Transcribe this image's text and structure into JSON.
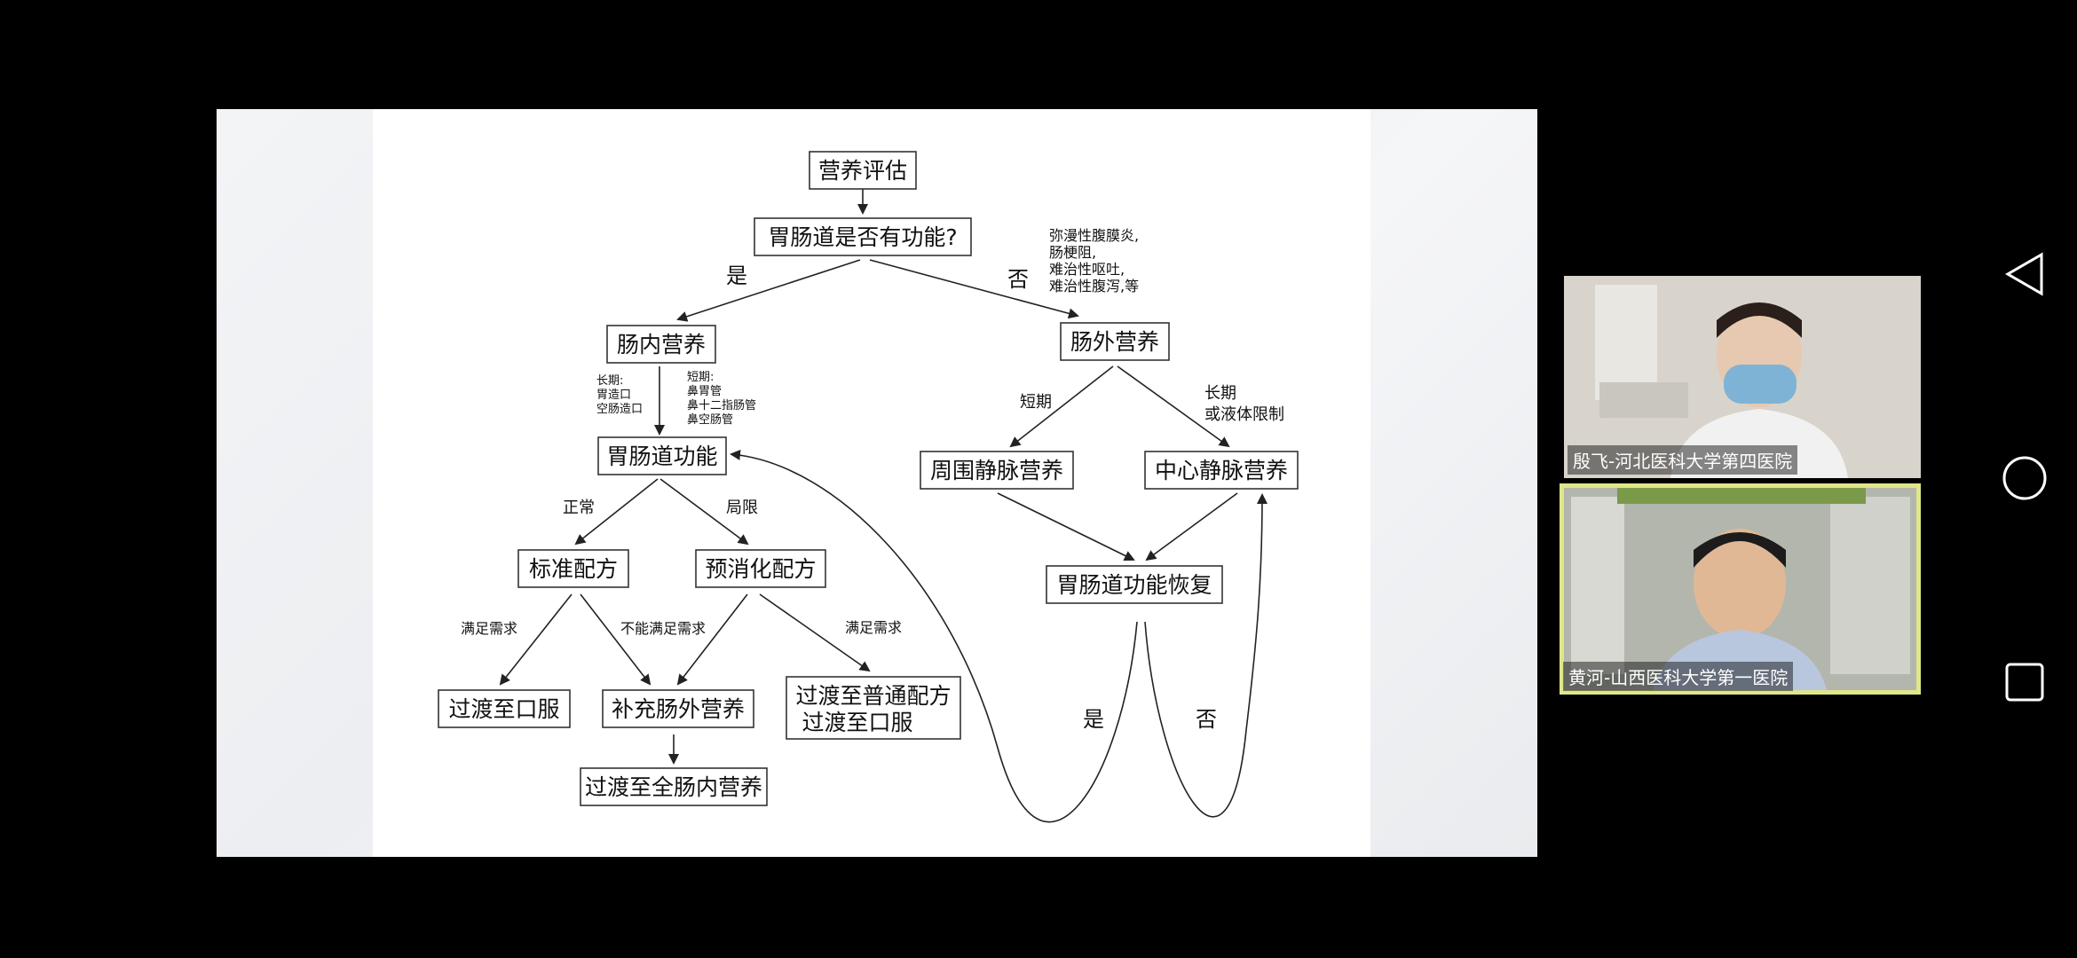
{
  "flowchart": {
    "nodes": {
      "assess": "营养评估",
      "gi_function_q": "胃肠道是否有功能?",
      "enteral": "肠内营养",
      "parenteral": "肠外营养",
      "gi_function": "胃肠道功能",
      "peripheral": "周围静脉营养",
      "central": "中心静脉营养",
      "standard": "标准配方",
      "predigested": "预消化配方",
      "gi_recovery": "胃肠道功能恢复",
      "to_oral": "过渡至口服",
      "supplement_pn": "补充肠外营养",
      "to_normal_line1": "过渡至普通配方",
      "to_normal_line2": "过渡至口服",
      "to_full_en": "过渡至全肠内营养"
    },
    "labels": {
      "yes": "是",
      "no": "否",
      "contra": [
        "弥漫性腹膜炎,",
        "肠梗阻,",
        "难治性呕吐,",
        "难治性腹泻,等"
      ],
      "long_term_left": [
        "长期:",
        "胃造口",
        "空肠造口"
      ],
      "short_term_left": [
        "短期:",
        "鼻胃管",
        "鼻十二指肠管",
        "鼻空肠管"
      ],
      "short_term": "短期",
      "long_term_right": [
        "长期",
        "或液体限制"
      ],
      "normal": "正常",
      "limited": "局限",
      "meets_need": "满足需求",
      "not_meet_need": "不能满足需求",
      "meets_need_2": "满足需求",
      "recovery_yes": "是",
      "recovery_no": "否"
    }
  },
  "participants": [
    {
      "name": "殷飞-河北医科大学第四医院"
    },
    {
      "name": "黄河-山西医科大学第一医院"
    }
  ],
  "nav": {
    "back": "back-icon",
    "home": "home-icon",
    "recents": "recents-icon"
  }
}
